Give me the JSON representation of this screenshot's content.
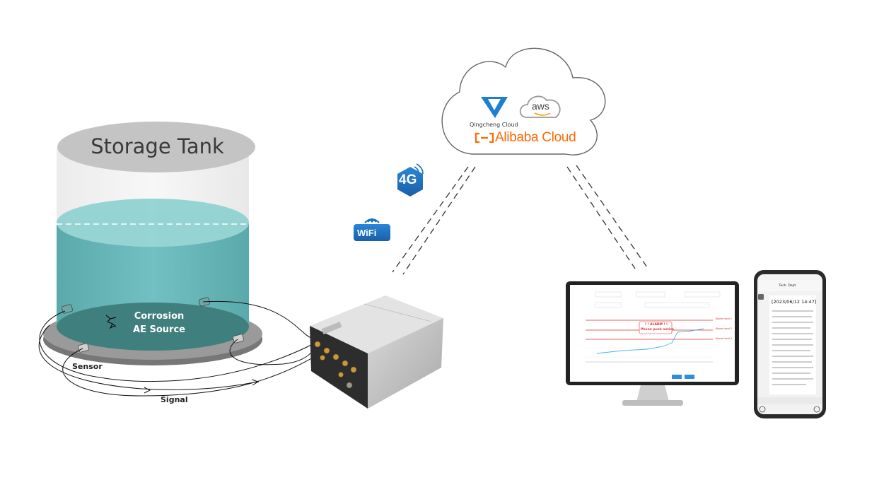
{
  "diagram": {
    "tank": {
      "title": "Storage Tank",
      "source_label_line1": "Corrosion",
      "source_label_line2": "AE Source",
      "sensor_label": "Sensor",
      "signal_label": "Signal"
    },
    "connectivity": {
      "mobile_label": "4G",
      "wifi_label": "WiFi"
    },
    "cloud": {
      "qingcheng_label": "Qingcheng Cloud",
      "aws_label": "aws",
      "alibaba_label": "Alibaba Cloud"
    },
    "monitor": {
      "alarm_title": "! ! ALARM ! !",
      "alarm_text": "Phone push notice",
      "alarm_level_1": "Alarm level 1",
      "alarm_level_2": "Alarm level 2",
      "alarm_level_3": "Alarm level 3"
    },
    "phone": {
      "chat_name": "Tech. Dept.",
      "chat_timestamp": "[2023/06/12 14:47]"
    },
    "colors": {
      "liquid": "#5fb1b3",
      "tank_top": "#c9c9c9",
      "tank_base": "#8b8b8b",
      "alibaba_orange": "#ff6a00",
      "qingcheng_blue": "#1d7fd3",
      "badge_blue": "#1a6fc0",
      "alarm_red": "#d33333",
      "chart_line": "#49b3e6"
    }
  }
}
